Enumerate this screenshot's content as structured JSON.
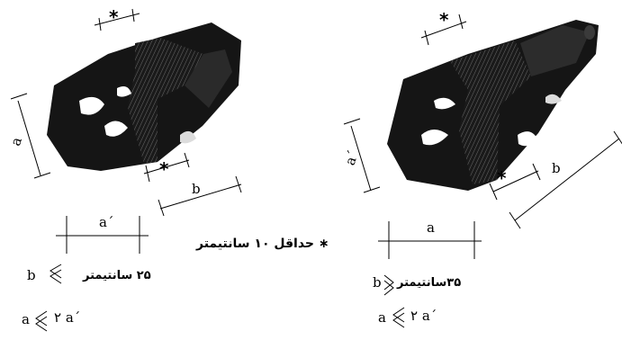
{
  "labels": {
    "star": "*",
    "a": "a",
    "a_prime": "a´",
    "b": "b"
  },
  "note": "∗ حداقل ۱۰ سانتیمتر",
  "left_block": {
    "rule_b_value": "۲۵ سانتیمتر",
    "rule_b_var": "b",
    "rule_a_var": "a",
    "rule_a_factor": "۲ a´"
  },
  "right_block": {
    "rule_b_value": "۳۵سانتیمتر",
    "rule_b_var": "b",
    "rule_a_var": "a",
    "rule_a_factor": "۲ a´"
  }
}
